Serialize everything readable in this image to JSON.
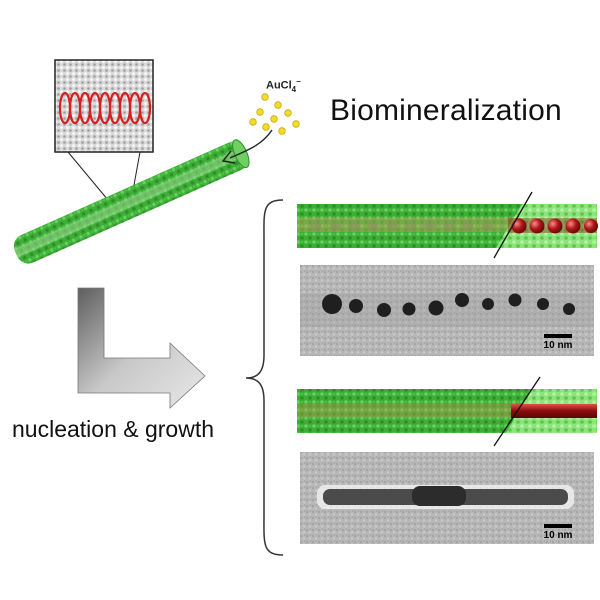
{
  "title": "Biomineralization",
  "ion_label": {
    "base": "AuCl",
    "subscript": "4",
    "superscript": "−"
  },
  "caption": "nucleation & growth",
  "scale_bars": [
    {
      "label": "10 nm"
    },
    {
      "label": "10 nm"
    }
  ],
  "colors": {
    "tube_green": "#3fb83a",
    "tube_light_green": "#7be06a",
    "helix_red": "#d42020",
    "gold_particle": "#f2dc2a",
    "arrow_gray": "#8a8a8a",
    "tem_background": "#b4b4b4"
  },
  "icons": [
    "curved-arrow-icon",
    "l-arrow-icon",
    "brace-icon"
  ]
}
